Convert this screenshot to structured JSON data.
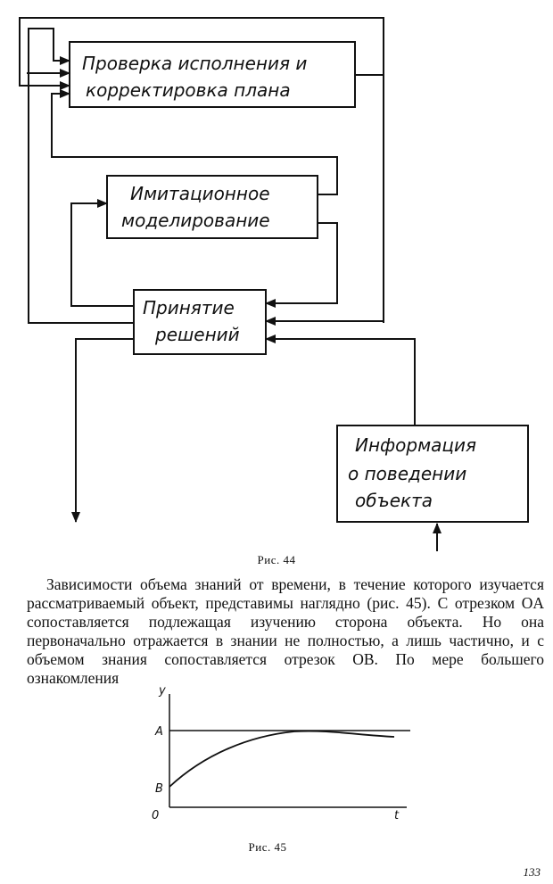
{
  "figure44": {
    "blocks": [
      {
        "id": "plan",
        "lines": [
          "Проверка исполнения и",
          "корректировка плана"
        ]
      },
      {
        "id": "modeling",
        "lines": [
          "Имитационное",
          "моделирование"
        ]
      },
      {
        "id": "decisions",
        "lines": [
          "Принятие",
          "решений"
        ]
      },
      {
        "id": "info",
        "lines": [
          "Информация",
          "о поведении",
          "объекта"
        ]
      }
    ],
    "caption": "Рис. 44"
  },
  "paragraph": "Зависимости объема знаний от времени, в течение которого изучается рассматриваемый объект, представимы наглядно (рис. 45). С отрезком OA сопоставляется подлежащая изучению сторона объекта. Но она первоначально отражается в знании не полностью, а лишь частично, и с объемом знания сопоставляется отрезок OB. По мере большего ознакомления",
  "figure45": {
    "y_label": "y",
    "x_label": "t",
    "origin_label": "0",
    "a_label": "A",
    "b_label": "B",
    "caption": "Рис. 45"
  },
  "page_number": "133"
}
